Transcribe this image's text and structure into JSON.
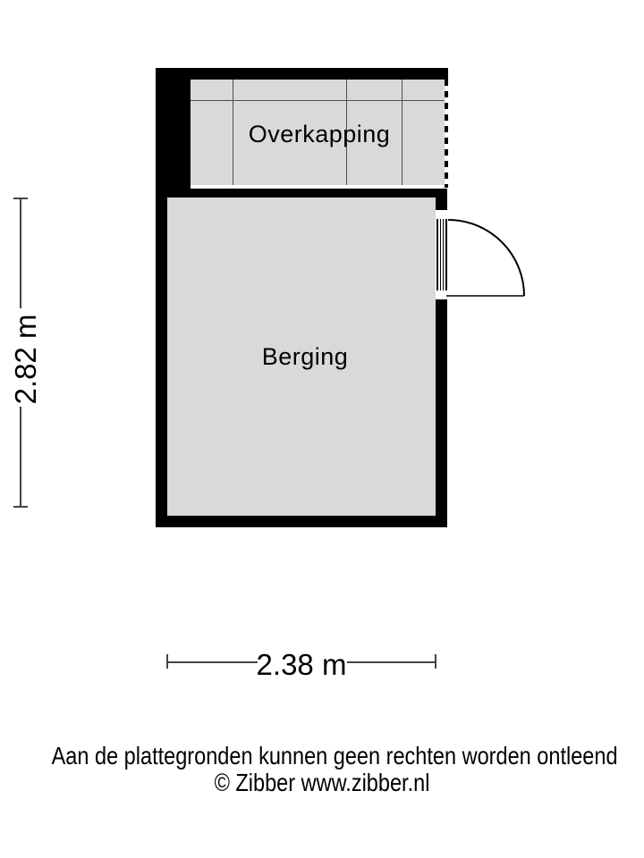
{
  "floorplan": {
    "rooms": [
      {
        "label": "Overkapping"
      },
      {
        "label": "Berging"
      }
    ],
    "dimensions": {
      "height_label": "2.82 m",
      "width_label": "2.38 m"
    },
    "door": {
      "icon": "door-swing-icon",
      "wall": "right"
    },
    "colors": {
      "wall": "#000000",
      "room_fill": "#d9d9d9",
      "construction_line": "#4d4d4d",
      "dimension_line": "#444444",
      "background": "#ffffff"
    },
    "footer": {
      "disclaimer": "Aan de plattegronden kunnen geen rechten worden ontleend",
      "copyright": "© Zibber www.zibber.nl"
    }
  }
}
